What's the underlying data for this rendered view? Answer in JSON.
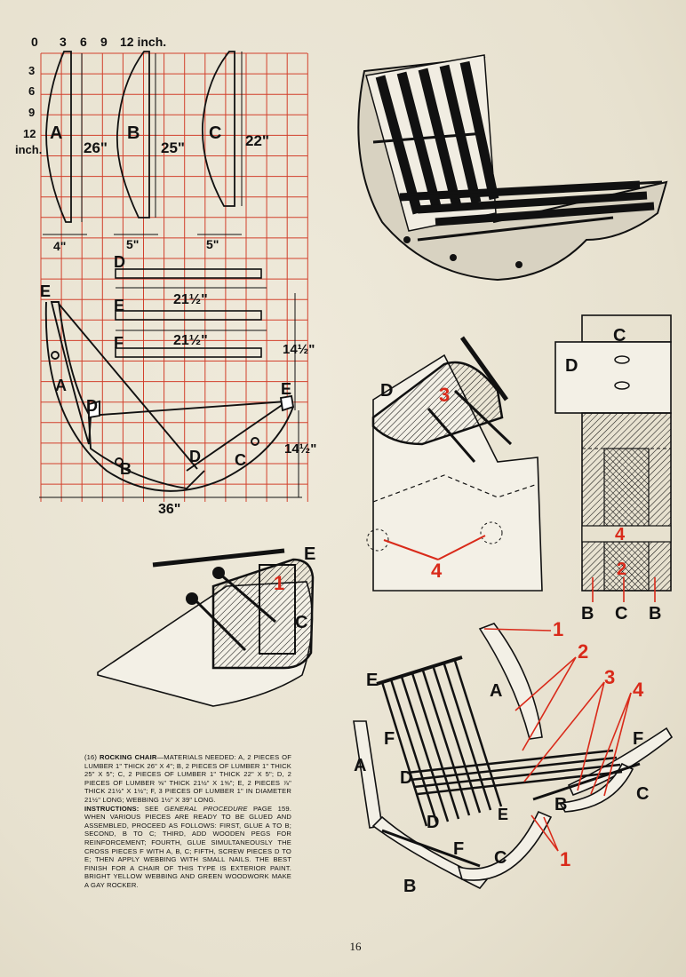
{
  "scale": {
    "marks": [
      "0",
      "3",
      "6",
      "9",
      "12 inch."
    ],
    "row_marks": [
      "3",
      "6",
      "9",
      "12"
    ],
    "row_unit": "inch."
  },
  "pattern": {
    "parts": [
      "A",
      "B",
      "C"
    ],
    "lengths": [
      "26\"",
      "25\"",
      "22\""
    ],
    "widths": [
      "4\"",
      "5\"",
      "5\""
    ],
    "slats": {
      "d": "D",
      "e": "E",
      "f": "F",
      "length": "21½\""
    },
    "assembly": {
      "height": "14½\"",
      "width": "36\""
    }
  },
  "details": {
    "detail1": {
      "parts": [
        "E",
        "C"
      ],
      "number": "1"
    },
    "detail2": {
      "parts": [
        "D"
      ],
      "numbers": [
        "3",
        "4"
      ]
    },
    "detail3": {
      "parts": [
        "C",
        "D",
        "B",
        "C",
        "B"
      ],
      "numbers": [
        "4",
        "2"
      ]
    }
  },
  "exploded": {
    "callouts": [
      "1",
      "2",
      "3",
      "4",
      "1"
    ],
    "parts": [
      "E",
      "A",
      "F",
      "A",
      "D",
      "D",
      "E",
      "F",
      "C",
      "B",
      "F",
      "C",
      "B"
    ]
  },
  "caption": {
    "number": "(16)",
    "title": "ROCKING CHAIR",
    "materials": "—MATERIALS NEEDED: A, 2 PIECES OF LUMBER 1\" THICK 26\" x 4\"; B, 2 PIECES OF LUMBER 1\" THICK 25\" x 5\"; C, 2 PIECES OF LUMBER 1\" THICK 22\" x 5\"; D, 2 PIECES OF LUMBER ⅝\" THICK 21½\" x 1⅝\"; E, 2 PIECES ⅞\" THICK 21½\" x 1½\"; F, 3 PIECES OF LUMBER 1\" IN DIAMETER 21½\" LONG; WEBBING 1½\" x 39\" LONG.",
    "instructions_label": "INSTRUCTIONS:",
    "instructions_pre": " SEE ",
    "instructions_ref": "GENERAL PROCEDURE",
    "instructions": " PAGE 159. WHEN VARIOUS PIECES ARE READY TO BE GLUED AND ASSEMBLED, PROCEED AS FOLLOWS: FIRST, GLUE A TO B; SECOND, B TO C; THIRD, ADD WOODEN PEGS FOR REINFORCEMENT; FOURTH, GLUE SIMULTANEOUSLY THE CROSS PIECES F WITH A, B, C; FIFTH, SCREW PIECES D TO E; THEN APPLY WEBBING WITH SMALL NAILS. THE BEST FINISH FOR A CHAIR OF THIS TYPE IS EXTERIOR PAINT. BRIGHT YELLOW WEBBING AND GREEN WOODWORK MAKE A GAY ROCKER."
  },
  "page_number": "16",
  "colors": {
    "grid": "#d2402c",
    "accent_red": "#d92a1a",
    "ink": "#111111",
    "paper": "#e9e4d4"
  }
}
